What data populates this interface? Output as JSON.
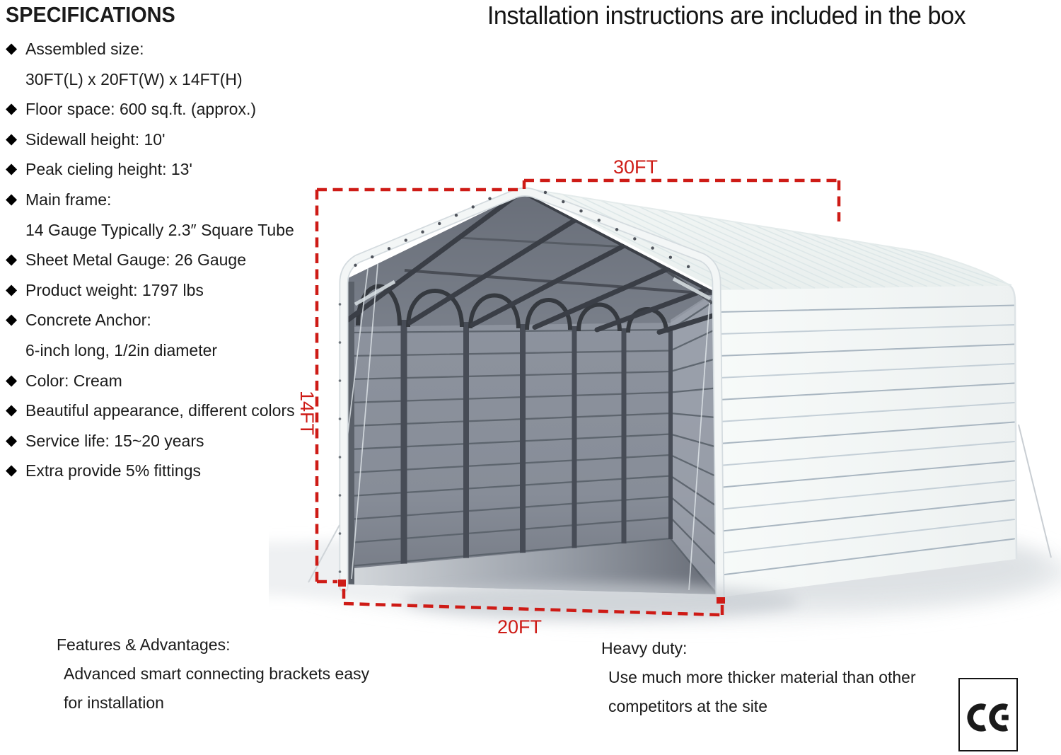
{
  "title": {
    "text": "Installation instructions are included in the box"
  },
  "specifications": {
    "heading": "SPECIFICATIONS",
    "items": [
      {
        "bullet": "◆",
        "text": "Assembled size:"
      },
      {
        "bullet": "",
        "text": "30FT(L) x 20FT(W) x 14FT(H)"
      },
      {
        "bullet": "◆",
        "text": "Floor space: 600 sq.ft. (approx.)"
      },
      {
        "bullet": "◆",
        "text": "Sidewall height: 10'"
      },
      {
        "bullet": "◆",
        "text": "Peak cieling height: 13'"
      },
      {
        "bullet": "◆",
        "text": "Main frame:"
      },
      {
        "bullet": "",
        "text": "14 Gauge Typically 2.3″ Square Tube"
      },
      {
        "bullet": "◆",
        "text": "Sheet Metal Gauge: 26 Gauge"
      },
      {
        "bullet": "◆",
        "text": "Product weight: 1797 lbs"
      },
      {
        "bullet": "◆",
        "text": "Concrete Anchor:"
      },
      {
        "bullet": "",
        "text": "6-inch long, 1/2in diameter"
      },
      {
        "bullet": "◆",
        "text": "Color: Cream"
      },
      {
        "bullet": "◆",
        "text": "Beautiful appearance, different colors"
      },
      {
        "bullet": "◆",
        "text": "Service life: 15~20 years"
      },
      {
        "bullet": "◆",
        "text": "Extra provide 5% fittings"
      }
    ]
  },
  "dimensions": {
    "length_label": "30FT",
    "height_label": "14FT",
    "width_label": "20FT",
    "annotation_color": "#ce1b16"
  },
  "features": {
    "heading": "Features & Advantages:",
    "line1": "Advanced smart connecting brackets easy",
    "line2": "for installation"
  },
  "heavy_duty": {
    "heading": "Heavy duty:",
    "line1": "Use much more thicker material than other",
    "line2": "competitors at the site"
  },
  "certification": {
    "mark": "CE"
  }
}
